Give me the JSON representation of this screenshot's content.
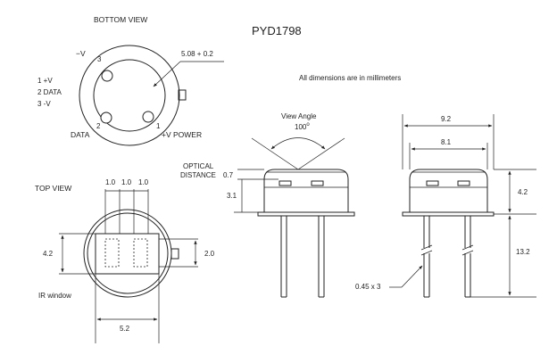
{
  "title": "PYD1798",
  "bottom_view": {
    "label": "BOTTOM VIEW",
    "minus_v": "−V",
    "pin3": "3",
    "pin2": "2",
    "pin1": "1",
    "dim": "5.08 + 0.2",
    "data": "DATA",
    "power": "+V POWER"
  },
  "legend": {
    "l1": "1  +V",
    "l2": "2  DATA",
    "l3": "3  -V"
  },
  "note": "All dimensions are in millimeters",
  "top_view": {
    "label": "TOP VIEW",
    "d1": "1.0",
    "d2": "1.0",
    "d3": "1.0",
    "h": "4.2",
    "w2": "2.0",
    "ir": "IR window",
    "w": "5.2"
  },
  "side_view": {
    "view_angle": "View Angle",
    "angle": "100",
    "optical1": "OPTICAL",
    "optical2": "DISTANCE",
    "d07": "0.7",
    "d31": "3.1"
  },
  "front_view": {
    "w92": "9.2",
    "w81": "8.1",
    "h42": "4.2",
    "h132": "13.2",
    "pin": "0.45 x 3"
  }
}
